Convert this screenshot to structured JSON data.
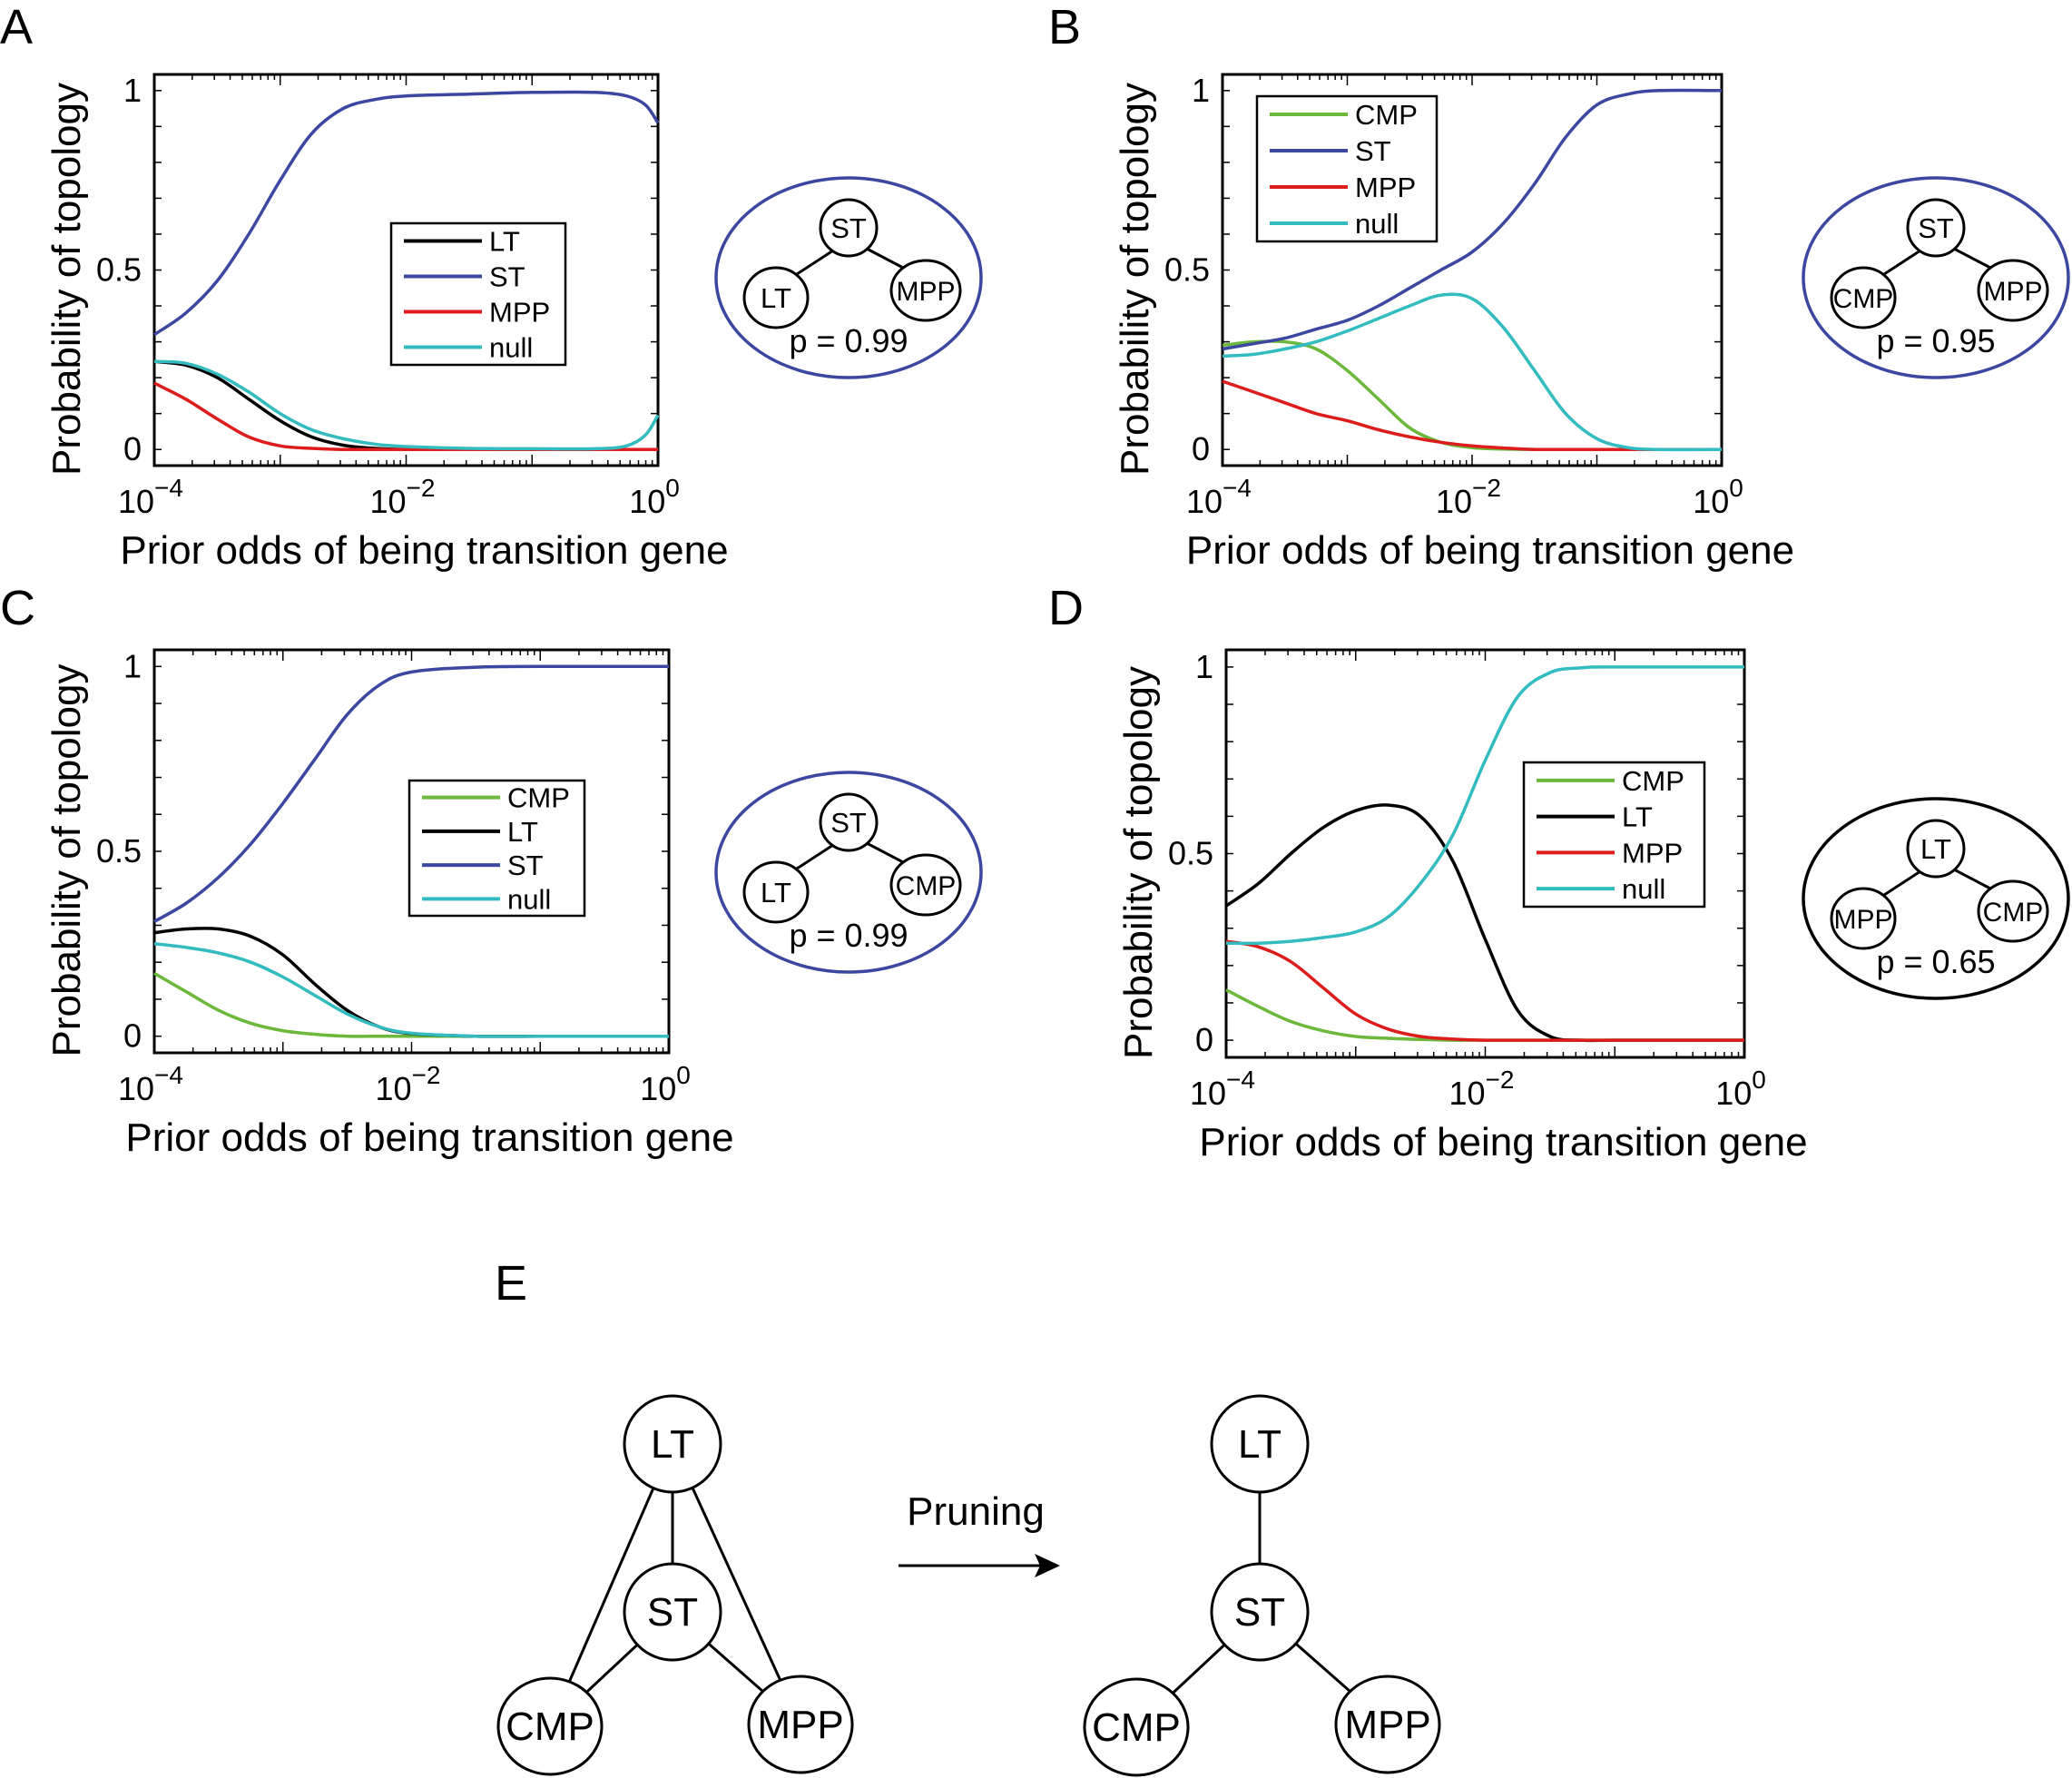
{
  "panel_labels": [
    "A",
    "B",
    "C",
    "D",
    "E"
  ],
  "colors": {
    "ST": "#3b47a0",
    "LT": "#000000",
    "MPP": "#dd1c1c",
    "null": "#33bcc0",
    "CMP": "#6cb83a"
  },
  "chart_data": [
    {
      "type": "line",
      "panel": "A",
      "xlabel": "Prior odds of being transition gene",
      "ylabel": "Probability of topology",
      "xscale": "log",
      "xlim": [
        0.0001,
        1
      ],
      "ylim": [
        -0.045,
        1.045
      ],
      "xticks": [
        {
          "base": "10",
          "exp": "−4",
          "value": -4
        },
        {
          "base": "10",
          "exp": "−2",
          "value": -2
        },
        {
          "base": "10",
          "exp": "0",
          "value": 0
        }
      ],
      "yticks": [
        {
          "label": "0",
          "value": 0
        },
        {
          "label": "0.5",
          "value": 0.5
        },
        {
          "label": "1",
          "value": 1
        }
      ],
      "legend_placement": "center",
      "log10_x": [
        -4,
        -3.75,
        -3.5,
        -3.25,
        -3,
        -2.75,
        -2.5,
        -2.25,
        -2,
        -1.5,
        -1,
        -0.5,
        -0.25,
        -0.1,
        0
      ],
      "series": [
        {
          "name": "LT",
          "values": [
            0.245,
            0.235,
            0.2,
            0.14,
            0.08,
            0.035,
            0.012,
            0.003,
            0,
            0,
            0,
            0,
            0,
            0,
            0
          ]
        },
        {
          "name": "ST",
          "values": [
            0.32,
            0.38,
            0.47,
            0.6,
            0.75,
            0.88,
            0.95,
            0.975,
            0.985,
            0.99,
            0.995,
            0.995,
            0.985,
            0.96,
            0.91
          ]
        },
        {
          "name": "MPP",
          "values": [
            0.185,
            0.14,
            0.085,
            0.035,
            0.01,
            0.003,
            0,
            0,
            0,
            0,
            0,
            0,
            0,
            0,
            0
          ]
        },
        {
          "name": "null",
          "values": [
            0.245,
            0.24,
            0.21,
            0.16,
            0.1,
            0.055,
            0.03,
            0.015,
            0.008,
            0.003,
            0.002,
            0.002,
            0.01,
            0.04,
            0.095
          ]
        }
      ],
      "inset": {
        "root": "ST",
        "left": "LT",
        "right": "MPP",
        "p_label": "p = 0.99",
        "border": "#3b47a0"
      }
    },
    {
      "type": "line",
      "panel": "B",
      "xlabel": "Prior odds of being transition gene",
      "ylabel": "Probability of topology",
      "xscale": "log",
      "xlim": [
        0.0001,
        1
      ],
      "ylim": [
        -0.045,
        1.045
      ],
      "xticks": [
        {
          "base": "10",
          "exp": "−4",
          "value": -4
        },
        {
          "base": "10",
          "exp": "−2",
          "value": -2
        },
        {
          "base": "10",
          "exp": "0",
          "value": 0
        }
      ],
      "yticks": [
        {
          "label": "0",
          "value": 0
        },
        {
          "label": "0.5",
          "value": 0.5
        },
        {
          "label": "1",
          "value": 1
        }
      ],
      "legend_placement": "top-left",
      "log10_x": [
        -4,
        -3.75,
        -3.5,
        -3.25,
        -3,
        -2.75,
        -2.5,
        -2.25,
        -2,
        -1.75,
        -1.5,
        -1.25,
        -1,
        -0.75,
        -0.5,
        0
      ],
      "series": [
        {
          "name": "CMP",
          "values": [
            0.29,
            0.3,
            0.3,
            0.28,
            0.22,
            0.14,
            0.06,
            0.02,
            0.005,
            0.001,
            0,
            0,
            0,
            0,
            0,
            0
          ]
        },
        {
          "name": "ST",
          "values": [
            0.28,
            0.295,
            0.31,
            0.335,
            0.36,
            0.4,
            0.45,
            0.5,
            0.55,
            0.63,
            0.74,
            0.87,
            0.96,
            0.99,
            1,
            1
          ]
        },
        {
          "name": "MPP",
          "values": [
            0.19,
            0.16,
            0.13,
            0.1,
            0.08,
            0.055,
            0.035,
            0.02,
            0.01,
            0.004,
            0,
            0,
            0,
            0,
            0,
            0
          ]
        },
        {
          "name": "null",
          "values": [
            0.26,
            0.265,
            0.28,
            0.3,
            0.33,
            0.365,
            0.4,
            0.43,
            0.42,
            0.34,
            0.22,
            0.1,
            0.03,
            0.005,
            0,
            0
          ]
        }
      ],
      "inset": {
        "root": "ST",
        "left": "CMP",
        "right": "MPP",
        "p_label": "p = 0.95",
        "border": "#3b47a0"
      }
    },
    {
      "type": "line",
      "panel": "C",
      "xlabel": "Prior odds of being transition gene",
      "ylabel": "Probability of topology",
      "xscale": "log",
      "xlim": [
        0.0001,
        1
      ],
      "ylim": [
        -0.045,
        1.045
      ],
      "xticks": [
        {
          "base": "10",
          "exp": "−4",
          "value": -4
        },
        {
          "base": "10",
          "exp": "−2",
          "value": -2
        },
        {
          "base": "10",
          "exp": "0",
          "value": 0
        }
      ],
      "yticks": [
        {
          "label": "0",
          "value": 0
        },
        {
          "label": "0.5",
          "value": 0.5
        },
        {
          "label": "1",
          "value": 1
        }
      ],
      "legend_placement": "center-right",
      "log10_x": [
        -4,
        -3.75,
        -3.5,
        -3.25,
        -3,
        -2.75,
        -2.5,
        -2.25,
        -2,
        -1.5,
        -1,
        0
      ],
      "series": [
        {
          "name": "CMP",
          "values": [
            0.17,
            0.12,
            0.07,
            0.035,
            0.015,
            0.005,
            0,
            0,
            0,
            0,
            0,
            0
          ]
        },
        {
          "name": "LT",
          "values": [
            0.28,
            0.29,
            0.29,
            0.27,
            0.22,
            0.14,
            0.07,
            0.025,
            0.007,
            0,
            0,
            0
          ]
        },
        {
          "name": "ST",
          "values": [
            0.31,
            0.36,
            0.43,
            0.52,
            0.63,
            0.75,
            0.87,
            0.95,
            0.985,
            0.998,
            1,
            1
          ]
        },
        {
          "name": "null",
          "values": [
            0.25,
            0.24,
            0.225,
            0.2,
            0.16,
            0.11,
            0.06,
            0.025,
            0.008,
            0,
            0,
            0
          ]
        }
      ],
      "inset": {
        "root": "ST",
        "left": "LT",
        "right": "CMP",
        "p_label": "p = 0.99",
        "border": "#3b47a0"
      }
    },
    {
      "type": "line",
      "panel": "D",
      "xlabel": "Prior odds of being transition gene",
      "ylabel": "Probability of topology",
      "xscale": "log",
      "xlim": [
        0.0001,
        1
      ],
      "ylim": [
        -0.046,
        1.046
      ],
      "xticks": [
        {
          "base": "10",
          "exp": "−4",
          "value": -4
        },
        {
          "base": "10",
          "exp": "−2",
          "value": -2
        },
        {
          "base": "10",
          "exp": "0",
          "value": 0
        }
      ],
      "yticks": [
        {
          "label": "0",
          "value": 0
        },
        {
          "label": "0.5",
          "value": 0.5
        },
        {
          "label": "1",
          "value": 1
        }
      ],
      "legend_placement": "center-right",
      "log10_x": [
        -4,
        -3.75,
        -3.5,
        -3.25,
        -3,
        -2.75,
        -2.5,
        -2.25,
        -2,
        -1.75,
        -1.5,
        -1.25,
        -1,
        0
      ],
      "series": [
        {
          "name": "CMP",
          "values": [
            0.135,
            0.09,
            0.05,
            0.025,
            0.01,
            0.005,
            0.002,
            0,
            0,
            0,
            0,
            0,
            0,
            0
          ]
        },
        {
          "name": "LT",
          "values": [
            0.36,
            0.42,
            0.5,
            0.57,
            0.615,
            0.63,
            0.6,
            0.48,
            0.27,
            0.08,
            0.01,
            0,
            0,
            0
          ]
        },
        {
          "name": "MPP",
          "values": [
            0.265,
            0.25,
            0.21,
            0.14,
            0.07,
            0.03,
            0.01,
            0.003,
            0,
            0,
            0,
            0,
            0,
            0
          ]
        },
        {
          "name": "null",
          "values": [
            0.26,
            0.26,
            0.265,
            0.275,
            0.29,
            0.33,
            0.42,
            0.55,
            0.75,
            0.92,
            0.985,
            0.998,
            1,
            1
          ]
        }
      ],
      "inset": {
        "root": "LT",
        "left": "MPP",
        "right": "CMP",
        "p_label": "p = 0.65",
        "border": "#000000"
      }
    }
  ],
  "diagram_e": {
    "before": {
      "nodes": [
        "LT",
        "ST",
        "CMP",
        "MPP"
      ],
      "edges": [
        [
          "LT",
          "ST"
        ],
        [
          "LT",
          "CMP"
        ],
        [
          "LT",
          "MPP"
        ],
        [
          "ST",
          "CMP"
        ],
        [
          "ST",
          "MPP"
        ]
      ]
    },
    "arrow_label": "Pruning",
    "after": {
      "nodes": [
        "LT",
        "ST",
        "CMP",
        "MPP"
      ],
      "edges": [
        [
          "LT",
          "ST"
        ],
        [
          "ST",
          "CMP"
        ],
        [
          "ST",
          "MPP"
        ]
      ]
    }
  }
}
